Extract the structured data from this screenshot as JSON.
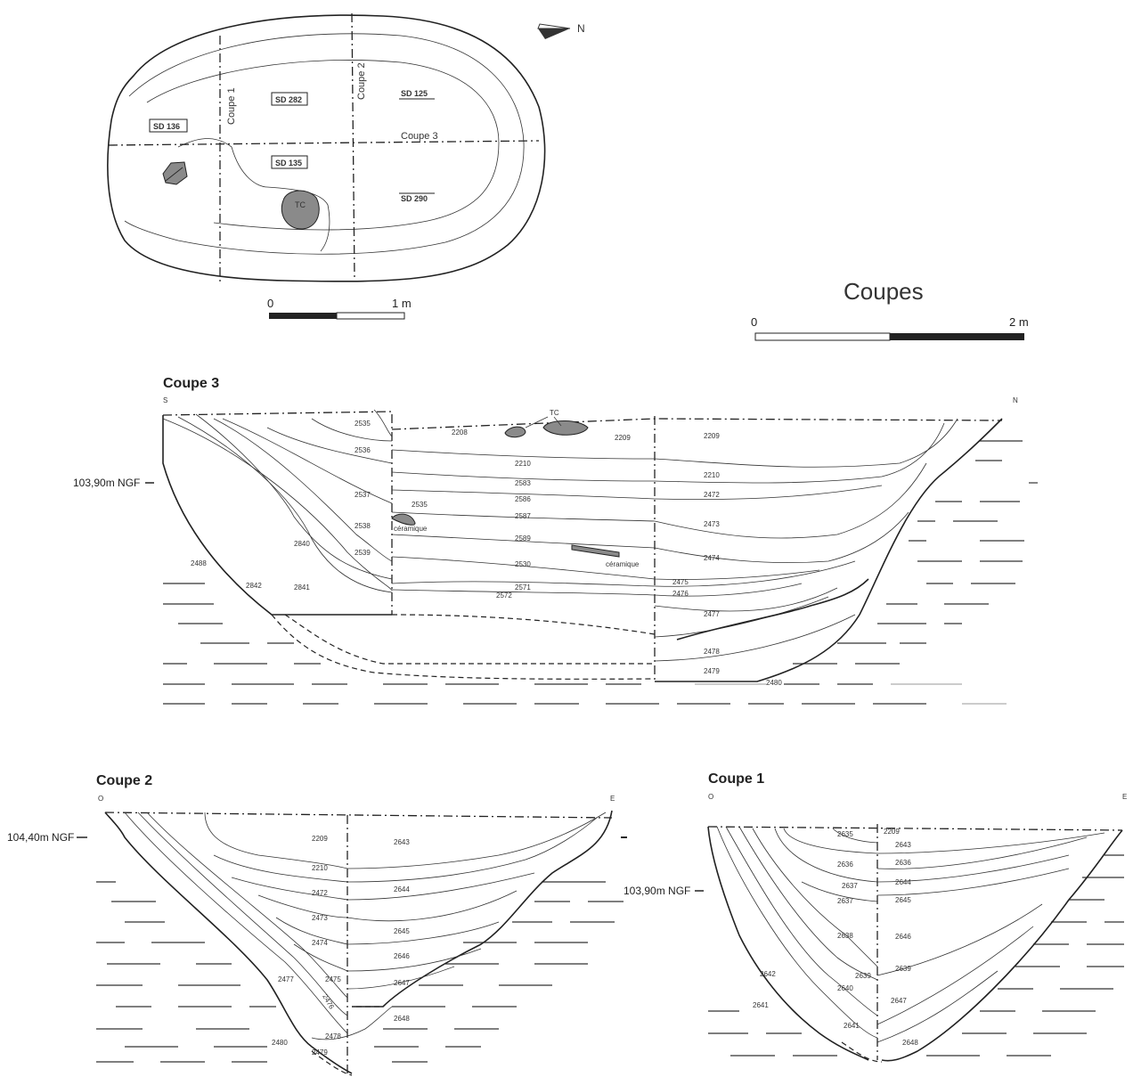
{
  "plan": {
    "sections": [
      "Coupe 1",
      "Coupe 2",
      "Coupe 3"
    ],
    "units": [
      "SD 282",
      "SD 125",
      "SD 136",
      "SD 135",
      "SD 290"
    ],
    "tc": "TC",
    "north": "N",
    "scale": {
      "start": "0",
      "end": "1 m"
    }
  },
  "coupes_header": {
    "title": "Coupes",
    "scale": {
      "start": "0",
      "end": "2 m"
    }
  },
  "coupe3": {
    "title": "Coupe 3",
    "left_orient": "S",
    "right_orient": "N",
    "elevation": "103,90m NGF",
    "labels": [
      "2535",
      "2208",
      "2209",
      "2209",
      "2536",
      "2210",
      "2210",
      "2537",
      "2583",
      "2586",
      "2472",
      "2535",
      "2587",
      "2473",
      "2538",
      "2589",
      "2840",
      "2539",
      "2530",
      "2474",
      "2488",
      "2842",
      "2841",
      "2571",
      "2572",
      "2475",
      "2476",
      "2477",
      "2478",
      "2479",
      "2480"
    ],
    "tc": "TC",
    "ceramique": [
      "céramique",
      "céramique"
    ]
  },
  "coupe2": {
    "title": "Coupe 2",
    "left_orient": "O",
    "right_orient": "E",
    "elevation": "104,40m NGF",
    "labels": [
      "2209",
      "2643",
      "2210",
      "2644",
      "2472",
      "2473",
      "2645",
      "2474",
      "2646",
      "2475",
      "2477",
      "2476",
      "2647",
      "2478",
      "2648",
      "2480",
      "2479"
    ]
  },
  "coupe1": {
    "title": "Coupe 1",
    "left_orient": "O",
    "right_orient": "E",
    "elevation": "103,90m NGF",
    "labels": [
      "2635",
      "2209",
      "2643",
      "2636",
      "2636",
      "2637",
      "2644",
      "2637",
      "2645",
      "2638",
      "2646",
      "2642",
      "2639",
      "2639",
      "2640",
      "2647",
      "2641",
      "2641",
      "2648"
    ]
  }
}
